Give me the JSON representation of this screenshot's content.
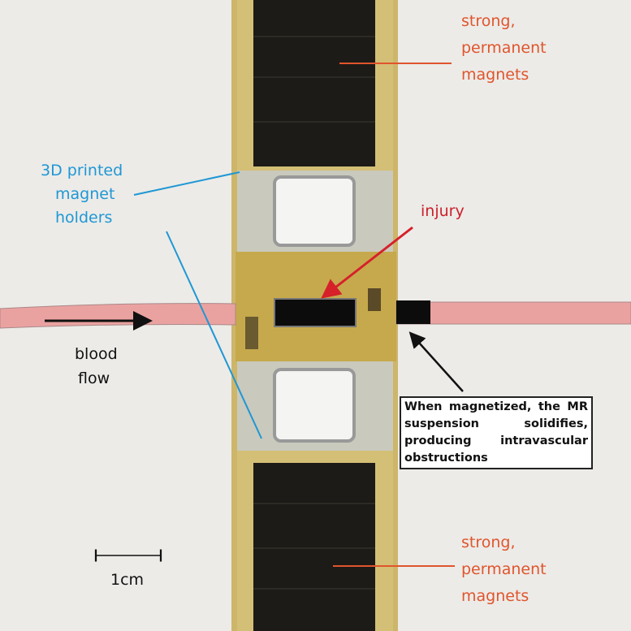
{
  "labels": {
    "magnets_top": [
      "strong,",
      "permanent",
      "magnets"
    ],
    "magnets_bottom": [
      "strong,",
      "permanent",
      "magnets"
    ],
    "holders": [
      "3D printed",
      "magnet",
      "holders"
    ],
    "injury": "injury",
    "blood_flow": [
      "blood",
      "flow"
    ],
    "scale": "1cm",
    "note": "When magnetized, the MR suspension solidifies, producing intravascular obstructions"
  },
  "colors": {
    "magnet_label": "#e0552c",
    "holder_label": "#1f97d4",
    "injury_label": "#cc1f2a",
    "background": "#ecebe8"
  }
}
